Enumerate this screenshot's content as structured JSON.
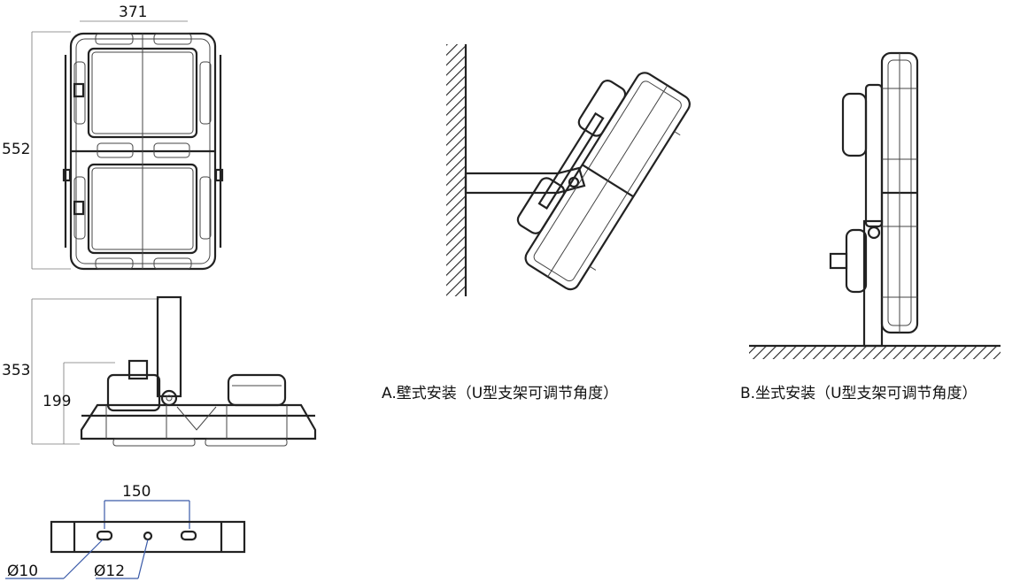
{
  "front_view": {
    "width_dim": "371",
    "height_dim": "552"
  },
  "side_view": {
    "total_height_dim": "353",
    "body_height_dim": "199"
  },
  "bracket_view": {
    "hole_spacing_dim": "150",
    "slot_dim": "Ø10",
    "hole_dim": "Ø12"
  },
  "captions": {
    "wall_mount": "A.壁式安装（U型支架可调节角度）",
    "floor_mount": "B.坐式安装（U型支架可调节角度）"
  }
}
